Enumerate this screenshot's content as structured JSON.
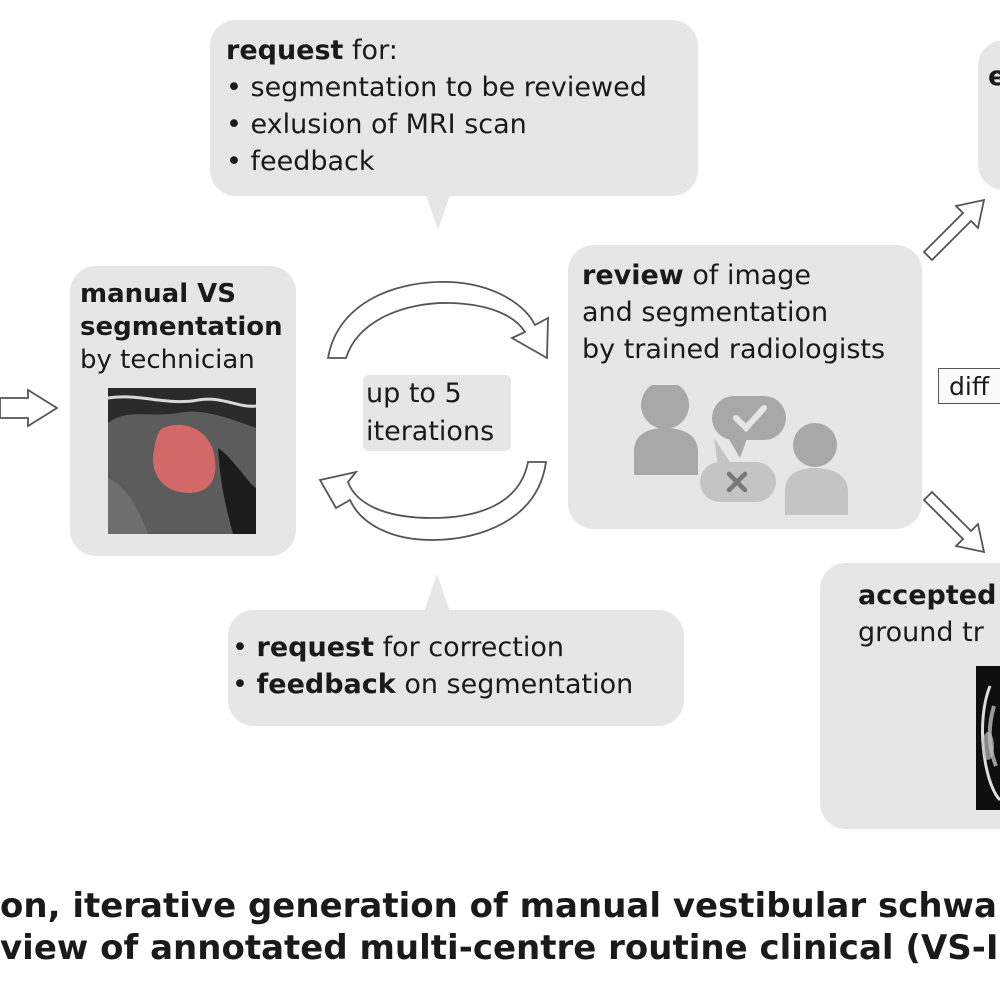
{
  "request_top": {
    "title_bold": "request",
    "title_rest": " for:",
    "items": [
      "• segmentation to be reviewed",
      "• exlusion of MRI scan",
      "• feedback"
    ]
  },
  "manual_seg": {
    "line1": "manual VS",
    "line2": "segmentation",
    "line3": "by technician"
  },
  "iterations": {
    "line1": "up to 5",
    "line2": "iterations"
  },
  "review": {
    "bold": "review",
    "line1_rest": " of image",
    "line2": "and segmentation",
    "line3": "by trained radiologists"
  },
  "request_bottom": {
    "item1_bold": "request",
    "item1_rest": " for correction",
    "item2_bold": "feedback",
    "item2_rest": " on segmentation"
  },
  "side_label": "diff",
  "top_right_box": {
    "text": "e"
  },
  "accepted": {
    "line1": "accepted",
    "line2": "ground tr"
  },
  "caption": {
    "line1": "on, iterative generation of manual vestibular schwa",
    "line2": "view of annotated multi-centre routine clinical (VS-I"
  },
  "colors": {
    "box_fill": "#e6e6e6",
    "arrow_stroke": "#555555",
    "icon_gray": "#a8a8a8",
    "icon_light": "#c4c4c4",
    "tumor_red": "#e26a6a"
  }
}
